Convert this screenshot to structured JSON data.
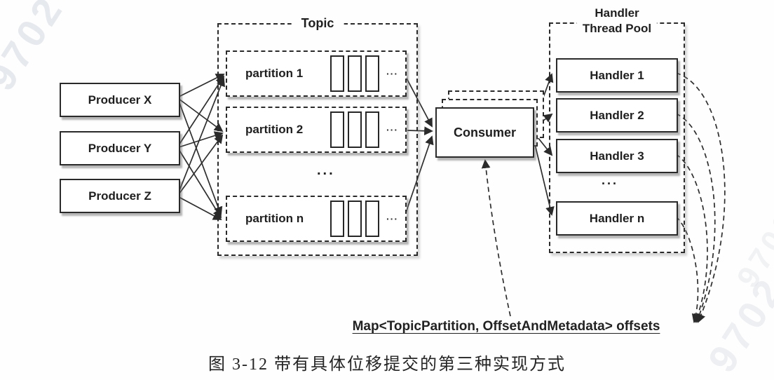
{
  "figure": {
    "caption": "图 3-12  带有具体位移提交的第三种实现方式",
    "offsets_label": "Map<TopicPartition, OffsetAndMetadata> offsets",
    "watermark": "9702"
  },
  "producers": [
    {
      "label": "Producer X"
    },
    {
      "label": "Producer Y"
    },
    {
      "label": "Producer Z"
    }
  ],
  "topic": {
    "title": "Topic",
    "partitions": [
      {
        "label": "partition 1",
        "trail_dots": "···"
      },
      {
        "label": "partition 2",
        "trail_dots": "···"
      },
      {
        "label": "partition n",
        "trail_dots": "···"
      }
    ],
    "more": "..."
  },
  "consumer": {
    "label": "Consumer"
  },
  "handler_pool": {
    "title_line1": "Handler",
    "title_line2": "Thread Pool",
    "handlers": [
      {
        "label": "Handler 1"
      },
      {
        "label": "Handler 2"
      },
      {
        "label": "Handler 3"
      },
      {
        "label": "Handler n"
      }
    ],
    "more": "..."
  },
  "colors": {
    "line": "#2e2e2e",
    "box_border": "#2a2a2a",
    "watermark": "#dadee4",
    "background": "#fefefe"
  }
}
